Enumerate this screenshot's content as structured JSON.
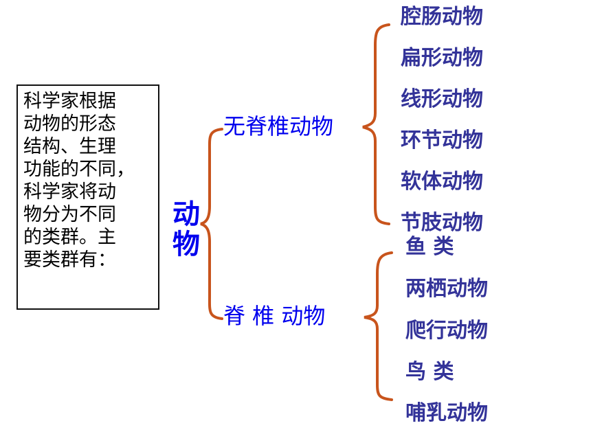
{
  "intro": {
    "lines": [
      "科学家根据",
      "动物的形态",
      "结构、生理",
      "功能的不同，",
      "科学家将动",
      "物分为不同",
      "的类群。主",
      "要类群有："
    ]
  },
  "root": {
    "chars": [
      "动",
      "物"
    ]
  },
  "branches": [
    {
      "label": "无脊椎动物",
      "children": [
        "腔肠动物",
        "扁形动物",
        "线形动物",
        "环节动物",
        "软体动物",
        "节肢动物"
      ]
    },
    {
      "label": "脊  椎  动物",
      "children": [
        "鱼  类",
        "两栖动物",
        "爬行动物",
        "鸟  类",
        "哺乳动物"
      ]
    }
  ],
  "colors": {
    "bracket": "#c8541c",
    "root_text": "#0000ee",
    "branch_text": "#0000ee",
    "leaf_text": "#333399",
    "box_border": "#111111"
  }
}
